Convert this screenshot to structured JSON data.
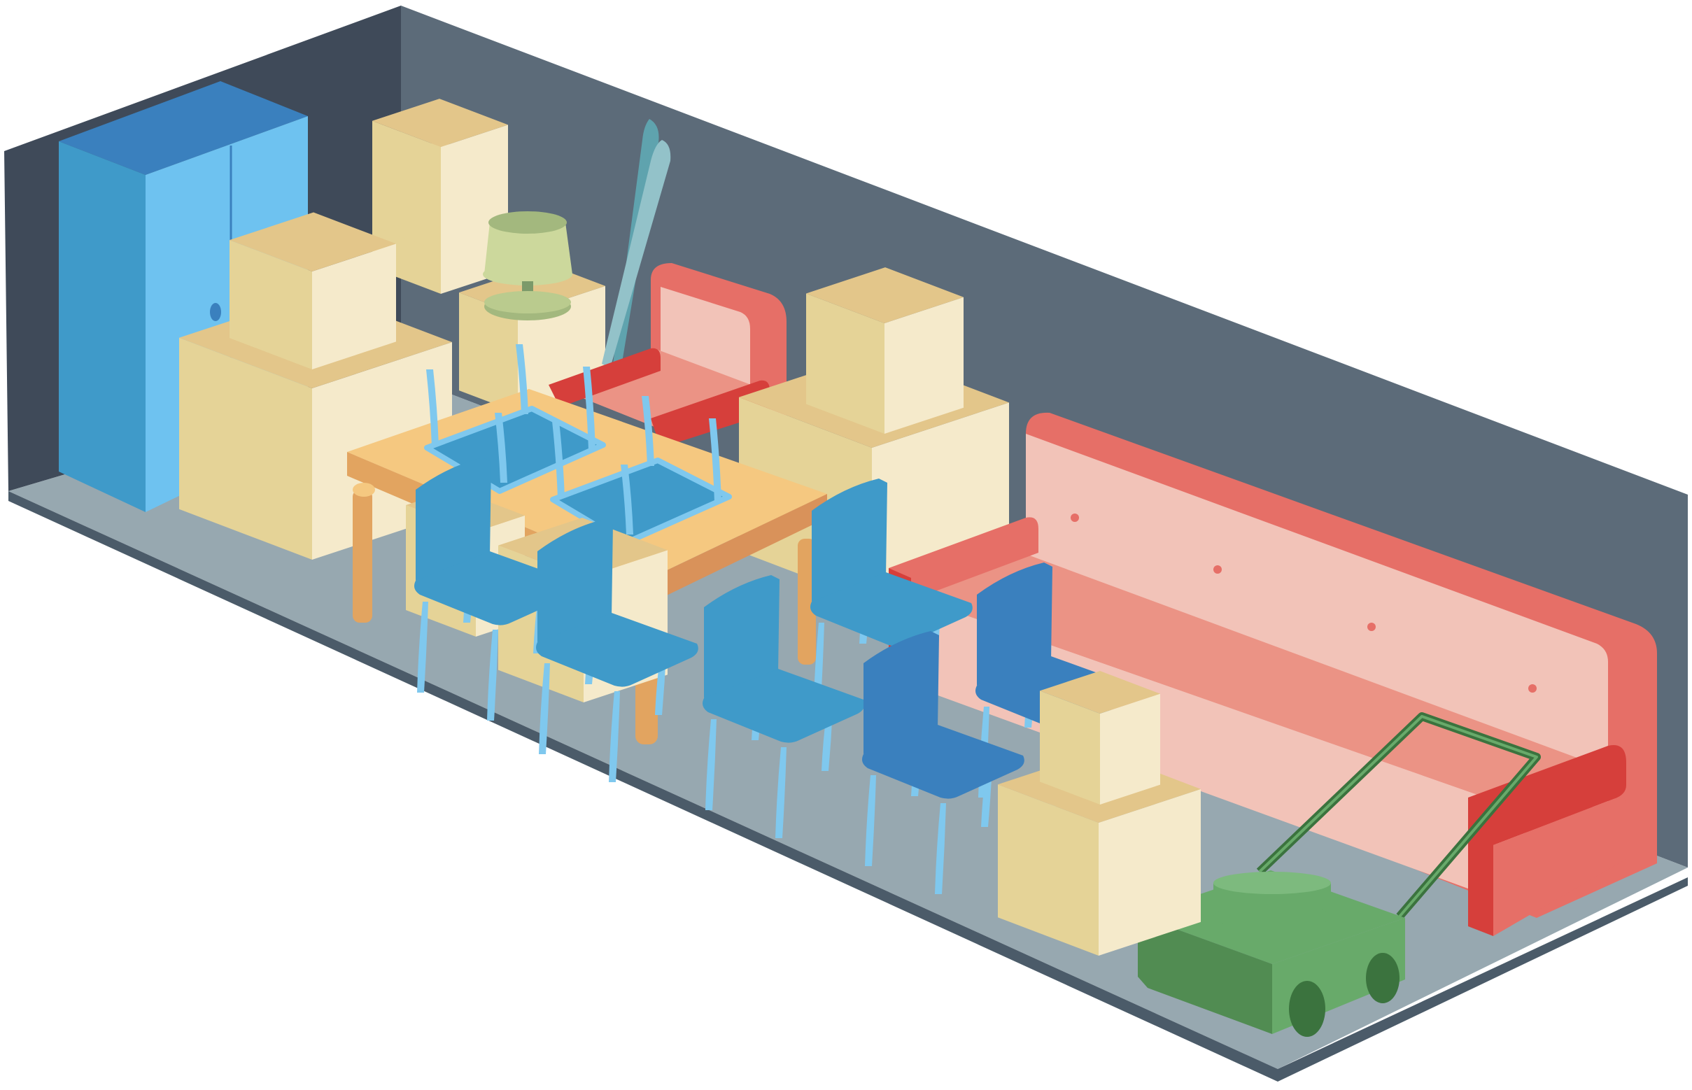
{
  "scene": {
    "subject": "storage-unit",
    "style": "isometric flat illustration",
    "colors": {
      "left_wall": "#3F4A59",
      "back_wall": "#5C6B79",
      "floor": "#97A8B0",
      "floor_edge": "#4B5B69",
      "wardrobe_front": "#3F9AC9",
      "wardrobe_side": "#6EC2F0",
      "wardrobe_top": "#3A80BE",
      "box_top": "#E3C68A",
      "box_left": "#E5D397",
      "box_right": "#F5EACB",
      "sofa_back": "#E66F67",
      "sofa_cushion": "#F2C3B8",
      "sofa_seat": "#EB9385",
      "sofa_arm_dark": "#D63F3B",
      "table_top": "#F5C880",
      "table_edge": "#E2A460",
      "table_leg": "#E2A460",
      "chair": "#3F9AC9",
      "chair_dark": "#3A80BE",
      "chair_leg": "#7FC8EE",
      "lamp_shade": "#CCD89C",
      "lamp_base": "#A3B87E",
      "lamp_stem": "#7C9A6A",
      "mower_body": "#518C52",
      "mower_side": "#68AA6A",
      "mower_wheel": "#3B733E",
      "mower_handle": "#3B733E",
      "skis": "#5FA3AE"
    },
    "items": [
      {
        "name": "wardrobe",
        "icon": "wardrobe-icon"
      },
      {
        "name": "moving-box",
        "icon": "box-icon",
        "count": 10
      },
      {
        "name": "table-lamp",
        "icon": "lamp-icon"
      },
      {
        "name": "skis",
        "icon": "ski-icon"
      },
      {
        "name": "armchair",
        "icon": "armchair-icon"
      },
      {
        "name": "dining-table",
        "icon": "table-icon"
      },
      {
        "name": "dining-chair",
        "icon": "chair-icon",
        "count": 8
      },
      {
        "name": "sofa",
        "icon": "sofa-icon"
      },
      {
        "name": "lawn-mower",
        "icon": "lawn-mower-icon"
      }
    ]
  }
}
